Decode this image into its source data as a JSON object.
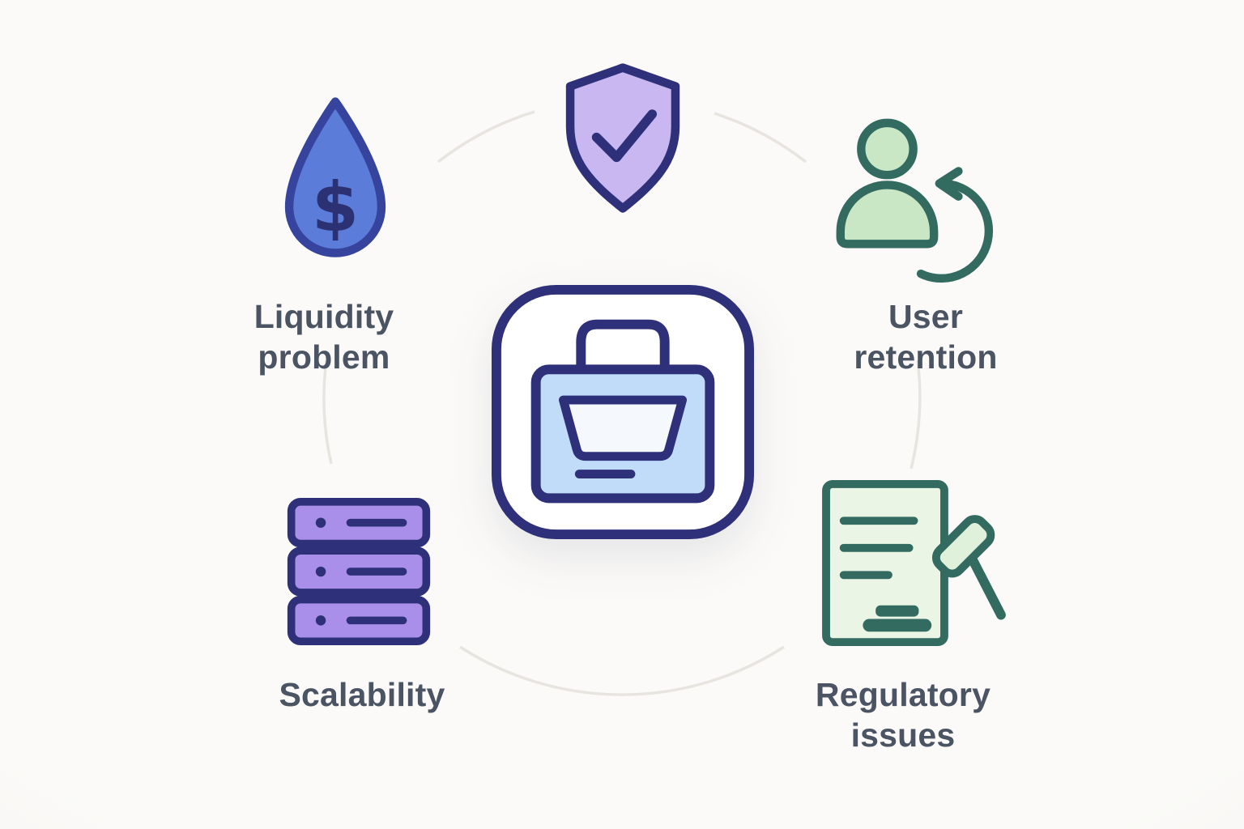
{
  "diagram": {
    "center": {
      "icon": "marketplace-bag-icon"
    },
    "icons": {
      "dollar_symbol": "$"
    },
    "nodes": [
      {
        "id": "security",
        "icon": "shield-check-icon"
      },
      {
        "id": "liquidity",
        "icon": "dollar-droplet-icon",
        "label": "Liquidity problem"
      },
      {
        "id": "user-retention",
        "icon": "user-refresh-icon",
        "label": "User retention"
      },
      {
        "id": "scalability",
        "icon": "server-stack-icon",
        "label": "Scalability"
      },
      {
        "id": "regulatory",
        "icon": "document-gavel-icon",
        "label": "Regulatory issues"
      }
    ],
    "colors": {
      "background": "#FAF8F5",
      "text": "#4A5462",
      "connector": "#E8E5E0",
      "navy": "#2E3179",
      "teal": "#336B60",
      "droplet_fill": "#5B7CD8",
      "droplet_stroke": "#36449E",
      "dollar": "#2B3173",
      "shield_fill": "#C8B7F0",
      "person_fill": "#C9E7C4",
      "server_fill": "#A98FE9",
      "doc_fill": "#EAF5E6",
      "gavel_fill": "#DFF0DB",
      "bag_fill": "#C0DCF8",
      "basket_fill": "#F5F9FE",
      "center_fill": "#FFFFFF"
    }
  }
}
